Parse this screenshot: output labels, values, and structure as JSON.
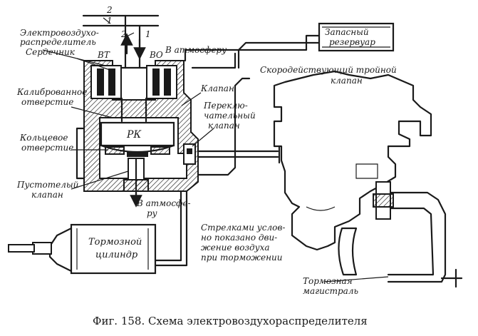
{
  "caption": "Фиг. 158. Схема электровоздухораспределителя",
  "wires": {
    "w2_top": "2",
    "w1_top": "1",
    "w2_bottom": "2",
    "w1_bottom": "1"
  },
  "labels": {
    "electro_1": "Электровоздухо-",
    "electro_2": "распределитель",
    "core": "Сердечник",
    "vt": "ВТ",
    "vo": "ВО",
    "atm_top": "В атмосферу",
    "reservoir_1": "Запасный",
    "reservoir_2": "резервуар",
    "triple_1": "Скородействующий тройной",
    "triple_2": "клапан",
    "valve": "Клапан",
    "calib_1": "Калиброванное",
    "calib_2": "отверстие",
    "switch_1": "Переклю-",
    "switch_2": "чательный",
    "switch_3": "клапан",
    "rk": "РК",
    "ring_1": "Кольцевое",
    "ring_2": "отверстие",
    "hollow_1": "Пустотелый",
    "hollow_2": "клапан",
    "atm_bottom_1": "В атмосфе-",
    "atm_bottom_2": "ру",
    "cylinder_1": "Тормозной",
    "cylinder_2": "цилиндр",
    "note_1": "Стрелками услов-",
    "note_2": "но показано дви-",
    "note_3": "жение воздуха",
    "note_4": "при торможении",
    "line_1": "Тормозная",
    "line_2": "магистраль"
  }
}
